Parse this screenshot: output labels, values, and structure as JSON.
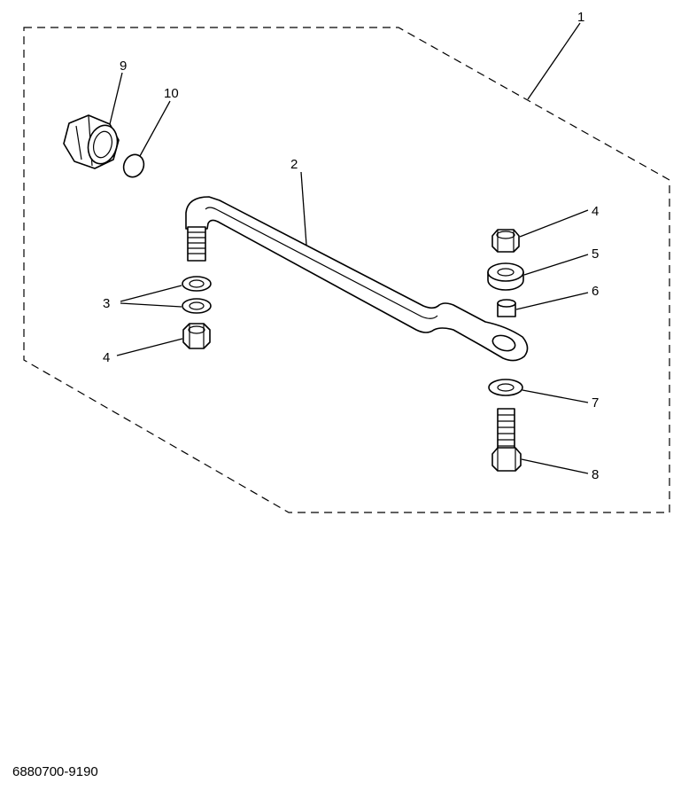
{
  "diagram": {
    "callouts": {
      "c1": "1",
      "c2": "2",
      "c3": "3",
      "c4a": "4",
      "c4b": "4",
      "c5": "5",
      "c6": "6",
      "c7": "7",
      "c8": "8",
      "c9": "9",
      "c10": "10"
    },
    "footer_code": "6880700-9190"
  }
}
